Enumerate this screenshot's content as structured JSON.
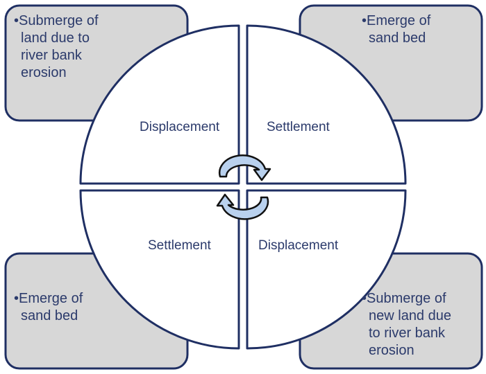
{
  "colors": {
    "stroke": "#1f2f63",
    "box_fill": "#d7d7d7",
    "quadrant_fill": "#ffffff",
    "text": "#2b3a6b",
    "arrow_fill": "#b9d1ee"
  },
  "corner_boxes": {
    "top_left": {
      "bullet": "•",
      "lines": [
        "Submerge of",
        "land due to",
        "river bank",
        "erosion"
      ]
    },
    "top_right": {
      "bullet": "•",
      "lines": [
        "Emerge of",
        "sand bed"
      ]
    },
    "bottom_left": {
      "bullet": "•",
      "lines": [
        "Emerge of",
        "sand bed"
      ]
    },
    "bottom_right": {
      "bullet": "•",
      "lines": [
        "Submerge of",
        "new land due",
        "to river bank",
        "erosion"
      ]
    }
  },
  "quadrants": {
    "top_left": "Displacement",
    "top_right": "Settlement",
    "bottom_left": "Settlement",
    "bottom_right": "Displacement"
  },
  "center_icons": [
    "cycle-arrow-clockwise-icon",
    "cycle-arrow-counterclockwise-icon"
  ]
}
